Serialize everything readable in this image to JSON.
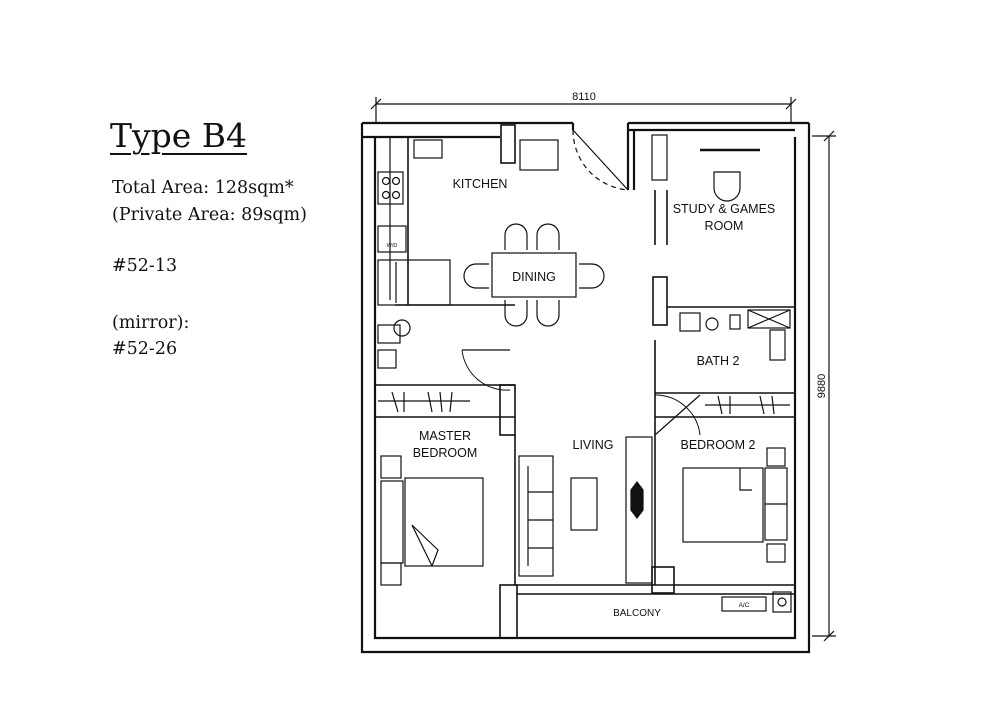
{
  "plan": {
    "title": "Type B4",
    "total_area": "Total Area: 128sqm*",
    "private_area": "(Private Area:  89sqm)",
    "unit": "#52-13",
    "mirror_label": "(mirror):",
    "mirror_unit": "#52-26"
  },
  "dimensions": {
    "width": "8110",
    "depth": "9880"
  },
  "rooms": {
    "kitchen": "KITCHEN",
    "dining": "DINING",
    "study_line1": "STUDY & GAMES",
    "study_line2": "ROOM",
    "bath2": "BATH 2",
    "master_line1": "MASTER",
    "master_line2": "BEDROOM",
    "living": "LIVING",
    "bedroom2": "BEDROOM 2",
    "balcony": "BALCONY",
    "ac": "A/C",
    "wd": "W/D"
  }
}
